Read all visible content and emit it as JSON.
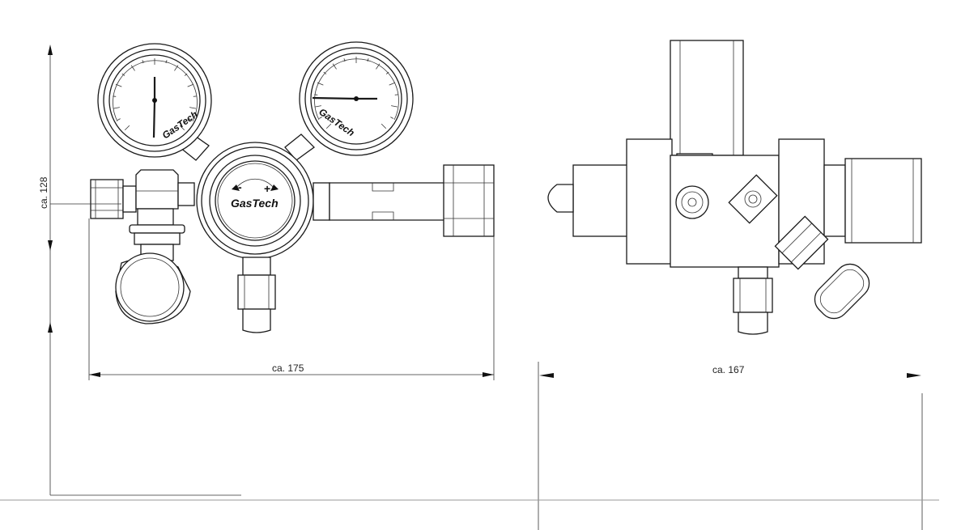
{
  "brand": {
    "gauge_left": "GasTech",
    "gauge_right": "GasTech",
    "regulator_cap": "GasTech"
  },
  "knob_signs": {
    "minus": "-",
    "plus": "+"
  },
  "dimensions": {
    "height": "ca. 128",
    "width_front": "ca. 175",
    "width_side": "ca. 167"
  },
  "colors": {
    "line": "#1a1a1a",
    "background": "#ffffff"
  }
}
